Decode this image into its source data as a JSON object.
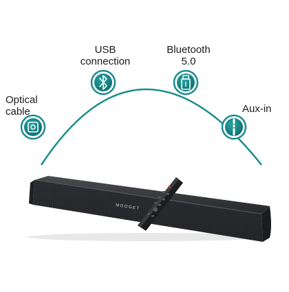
{
  "connections": [
    {
      "id": "optical",
      "lines": [
        "Optical",
        "cable"
      ],
      "icon": "optical-port-icon"
    },
    {
      "id": "usb",
      "lines": [
        "USB",
        "connection"
      ],
      "icon": "bluetooth-icon"
    },
    {
      "id": "bluetooth",
      "lines": [
        "Bluetooth",
        "5.0"
      ],
      "icon": "usb-drive-icon"
    },
    {
      "id": "aux",
      "lines": [
        "Aux-in"
      ],
      "icon": "aux-jack-icon"
    }
  ],
  "product": {
    "brand": "MOOGET"
  },
  "colors": {
    "accent": "#1a8c8c",
    "accent_dark": "#0f6f70",
    "soundbar": "#2b2d30",
    "remote": "#1c1d20"
  }
}
